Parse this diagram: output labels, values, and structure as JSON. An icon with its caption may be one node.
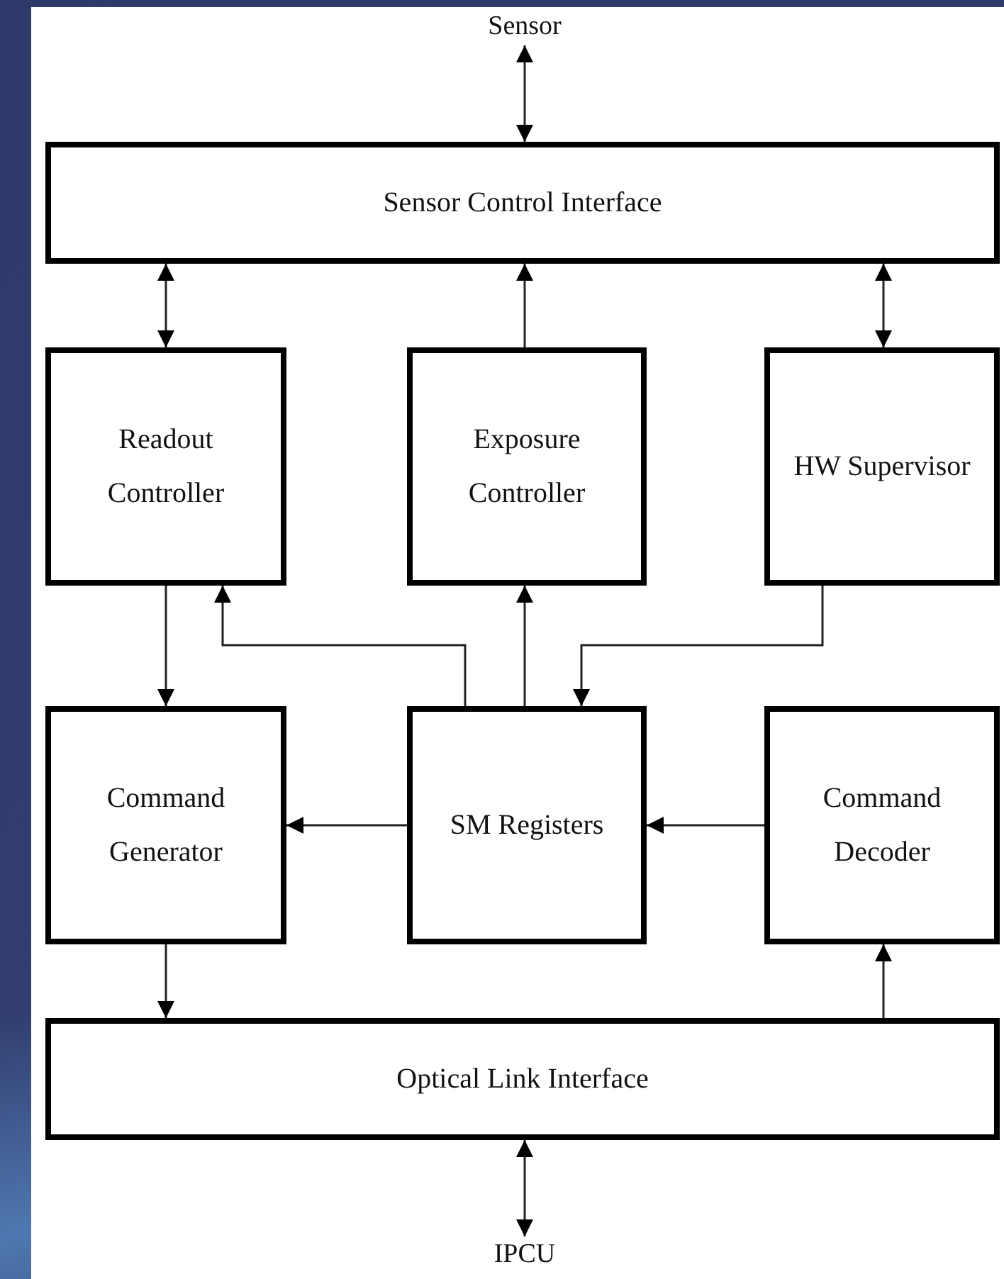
{
  "diagram": {
    "nodes": [
      {
        "text": [
          "Sensor"
        ]
      },
      {
        "text": [
          "Sensor Control Interface"
        ]
      },
      {
        "text": [
          "Readout Controller"
        ]
      },
      {
        "text": [
          "Exposure Controller"
        ]
      },
      {
        "text": [
          "HW Supervisor"
        ]
      },
      {
        "text": [
          "Command Generator"
        ]
      },
      {
        "text": [
          "SM Registers"
        ]
      },
      {
        "text": [
          "Command Decoder"
        ]
      },
      {
        "text": [
          "Optical Link Interface"
        ]
      },
      {
        "text": [
          "IPCU"
        ]
      }
    ],
    "edges": [
      {
        "from": 0,
        "to": 1,
        "arrow": "both"
      },
      {
        "from": 1,
        "to": 2,
        "arrow": "both"
      },
      {
        "from": 3,
        "to": 1,
        "arrow": "to"
      },
      {
        "from": 1,
        "to": 4,
        "arrow": "both"
      },
      {
        "from": 2,
        "to": 5,
        "arrow": "to"
      },
      {
        "from": 6,
        "to": 2,
        "arrow": "to"
      },
      {
        "from": 6,
        "to": 3,
        "arrow": "to"
      },
      {
        "from": 4,
        "to": 6,
        "arrow": "to"
      },
      {
        "from": 6,
        "to": 5,
        "arrow": "to"
      },
      {
        "from": 7,
        "to": 6,
        "arrow": "to"
      },
      {
        "from": 5,
        "to": 8,
        "arrow": "to"
      },
      {
        "from": 8,
        "to": 7,
        "arrow": "to"
      },
      {
        "from": 8,
        "to": 9,
        "arrow": "both"
      }
    ]
  }
}
